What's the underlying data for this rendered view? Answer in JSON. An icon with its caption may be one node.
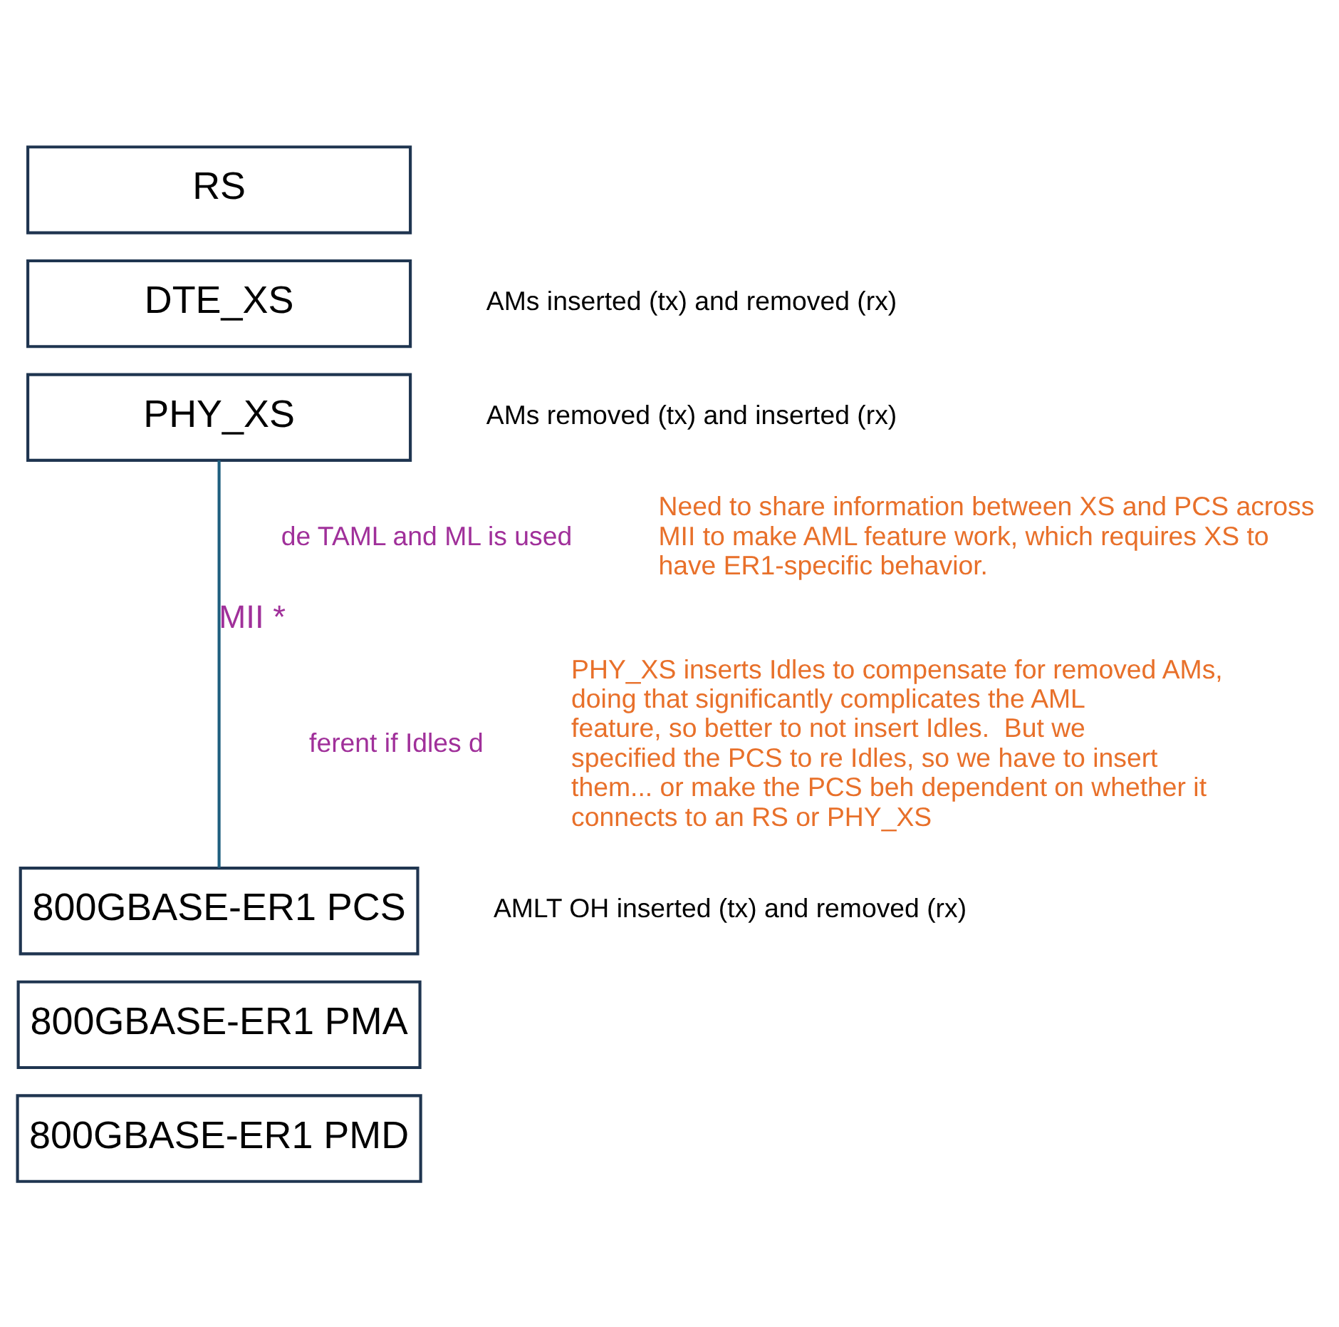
{
  "diagram": {
    "nodes": [
      {
        "text": [
          "RS"
        ]
      },
      {
        "text": [
          "DTE_XS"
        ],
        "beside": [
          "AMs inserted (tx) and removed (rx)"
        ]
      },
      {
        "text": [
          "PHY_XS"
        ],
        "beside": [
          "AMs removed (tx) and inserted (rx)"
        ]
      },
      {
        "text": [
          "800GBASE-ER1 PCS"
        ],
        "beside": [
          "AMLT OH inserted (tx) and removed (rx)"
        ]
      },
      {
        "text": [
          "800GBASE-ER1 PMA"
        ]
      },
      {
        "text": [
          "800GBASE-ER1 PMD"
        ]
      }
    ],
    "edges": [
      {
        "from": 2,
        "to": 3,
        "arrow": "none",
        "label": "MII *"
      }
    ],
    "labels": [
      "de TAML and ML is used",
      "Need to share information between XS and PCS across MII to make AML feature work, which requires XS to have ER1-specific behavior.",
      "ferent if Idles d",
      "PHY_XS inserts Idles to compensate for removed AMs, doing that significantly complicates the AML feature, so better to not insert Idles.  But we specified the PCS to re Idles, so we have to insert them... or make the PCS beh dependent on whether it connects to an RS or PHY_XS"
    ]
  }
}
